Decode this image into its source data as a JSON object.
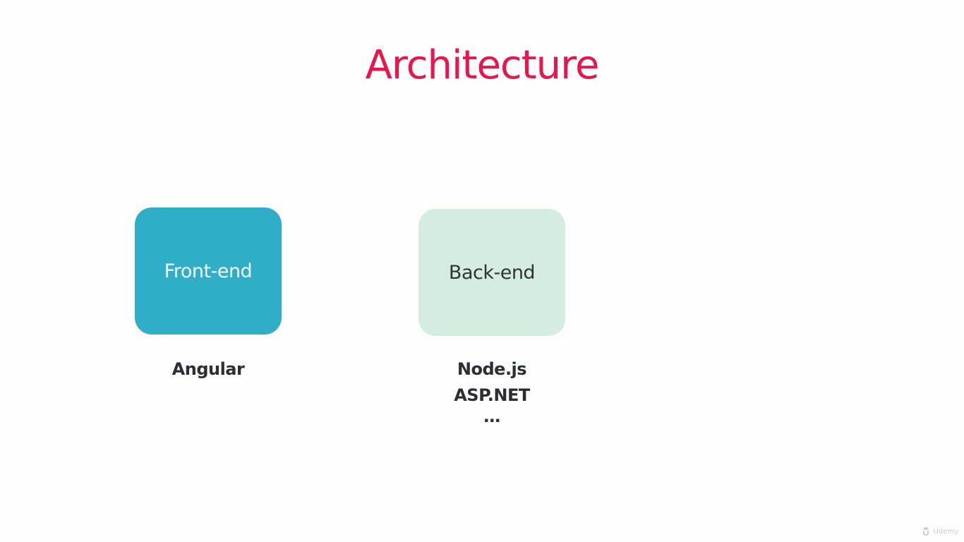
{
  "slide": {
    "title": "Architecture"
  },
  "boxes": {
    "front": {
      "label": "Front-end",
      "color": "#31aec7"
    },
    "back": {
      "label": "Back-end",
      "color": "#d5ece1"
    }
  },
  "technologies": {
    "front": [
      "Angular"
    ],
    "back": [
      "Node.js",
      "ASP.NET",
      "…"
    ]
  },
  "watermark": {
    "text": "Udemy",
    "icon": "udemy-logo-icon"
  },
  "colors": {
    "title": "#e8174b",
    "background": "#fdfdfd"
  }
}
